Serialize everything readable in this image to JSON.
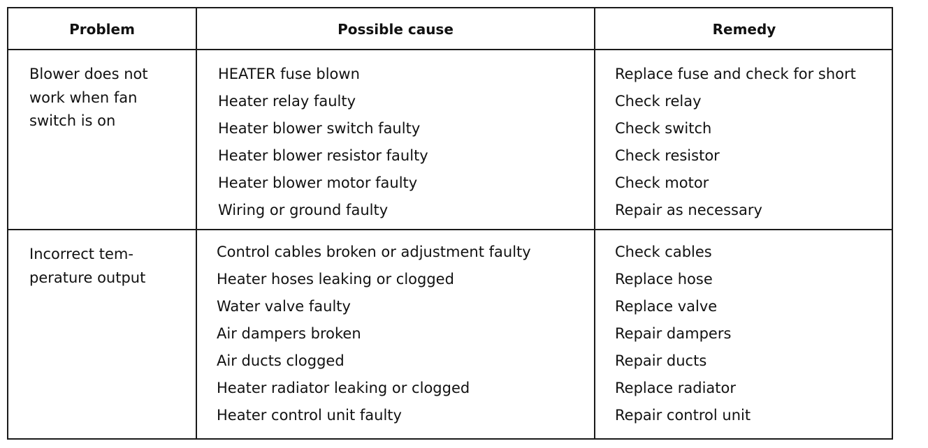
{
  "table": {
    "headers": {
      "problem": "Problem",
      "cause": "Possible cause",
      "remedy": "Remedy"
    },
    "rows": [
      {
        "problem": "Blower does not\nwork when fan\nswitch is on",
        "causes": [
          "HEATER fuse blown",
          "Heater relay faulty",
          "Heater blower switch faulty",
          "Heater blower resistor faulty",
          "Heater blower motor faulty",
          "Wiring or ground faulty"
        ],
        "remedies": [
          "Replace fuse and check for short",
          "Check relay",
          "Check switch",
          "Check resistor",
          "Check motor",
          "Repair as necessary"
        ]
      },
      {
        "problem": "Incorrect tem-\nperature output",
        "causes": [
          "Control cables broken or adjustment faulty",
          "Heater hoses leaking or clogged",
          "Water valve faulty",
          "Air dampers broken",
          "Air ducts clogged",
          "Heater radiator leaking or clogged",
          "Heater control unit faulty"
        ],
        "remedies": [
          "Check cables",
          "Replace hose",
          "Replace valve",
          "Repair dampers",
          "Repair ducts",
          "Replace radiator",
          "Repair control unit"
        ]
      }
    ]
  }
}
